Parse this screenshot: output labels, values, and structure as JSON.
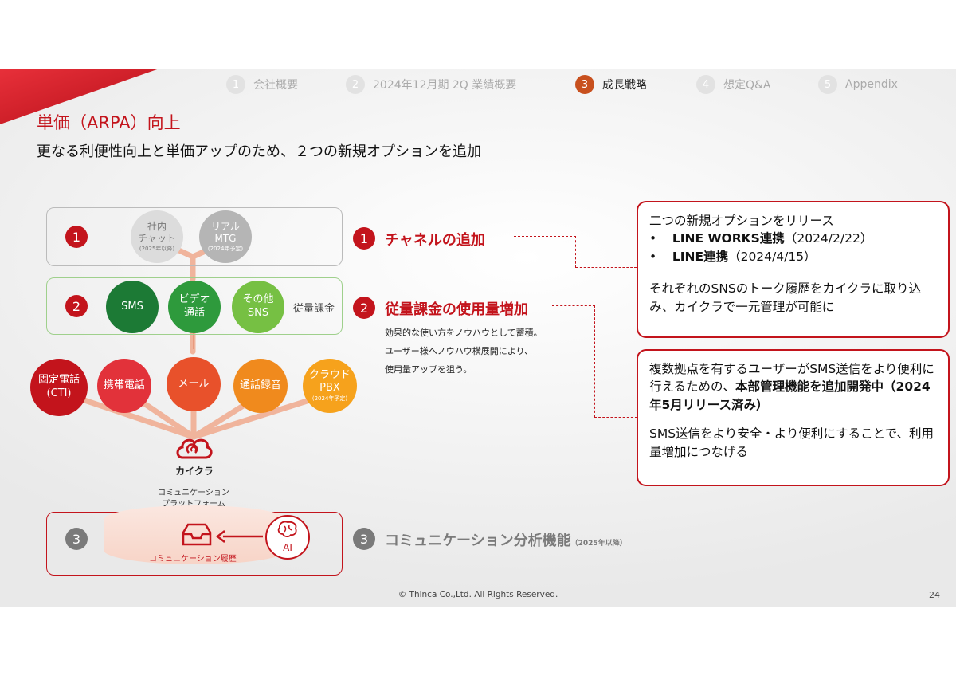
{
  "nav": [
    {
      "num": "1",
      "label": "会社概要"
    },
    {
      "num": "2",
      "label": "2024年12月期 2Q 業績概要"
    },
    {
      "num": "3",
      "label": "成長戦略",
      "active": true
    },
    {
      "num": "4",
      "label": "想定Q&A"
    },
    {
      "num": "5",
      "label": "Appendix"
    }
  ],
  "title": "単価（ARPA）向上",
  "subtitle": "更なる利便性向上と単価アップのため、２つの新規オプションを追加",
  "diagram": {
    "row1": {
      "num": "1",
      "chat": {
        "l1": "社内",
        "l2": "チャット",
        "note": "(2025年以降)"
      },
      "mtg": {
        "l1": "リアル",
        "l2": "MTG",
        "note": "(2024年予定)"
      }
    },
    "row2": {
      "num": "2",
      "sms": "SMS",
      "video": {
        "l1": "ビデオ",
        "l2": "通話"
      },
      "othersns": {
        "l1": "その他",
        "l2": "SNS"
      },
      "label": "従量課金"
    },
    "row3": {
      "fixed": {
        "l1": "固定電話",
        "l2": "(CTI)"
      },
      "mobile": "携帯電話",
      "mail": "メール",
      "recording": "通話録音",
      "cloudpbx": {
        "l1": "クラウド",
        "l2": "PBX",
        "note": "(2024年予定)"
      }
    },
    "logo_text": "カイクラ",
    "platform": {
      "l1": "コミュニケーション",
      "l2": "プラットフォーム"
    },
    "row4": {
      "num": "3",
      "history": "コミュニケーション履歴",
      "ai": "AI"
    }
  },
  "features": {
    "f1": {
      "num": "1",
      "title": "チャネルの追加"
    },
    "f2": {
      "num": "2",
      "title": "従量課金の使用量増加",
      "desc": [
        "効果的な使い方をノウハウとして蓄積。",
        "ユーザー様へノウハウ横展開により、",
        "使用量アップを狙う。"
      ]
    },
    "f3": {
      "num": "3",
      "title": "コミュニケーション分析機能",
      "note": "（2025年以降）"
    }
  },
  "callout1": {
    "intro": "二つの新規オプションをリリース",
    "bullets": [
      {
        "bold": "LINE WORKS連携",
        "rest": "（2024/2/22）"
      },
      {
        "bold": "LINE連携",
        "rest": "（2024/4/15）"
      }
    ],
    "body": "それぞれのSNSのトーク履歴をカイクラに取り込み、カイクラで一元管理が可能に"
  },
  "callout2": {
    "p1_plain": "複数拠点を有するユーザーがSMS送信をより便利に行えるための、",
    "p1_bold": "本部管理機能を追加開発中（2024年5月リリース済み）",
    "p2": "SMS送信をより安全・より便利にすることで、利用量増加につなげる"
  },
  "footer": "© Thinca Co.,Ltd. All Rights Reserved.",
  "page_number": "24",
  "colors": {
    "brand_red": "#c3141c",
    "active_nav": "#c8501e",
    "connector": "#f0b49c"
  }
}
